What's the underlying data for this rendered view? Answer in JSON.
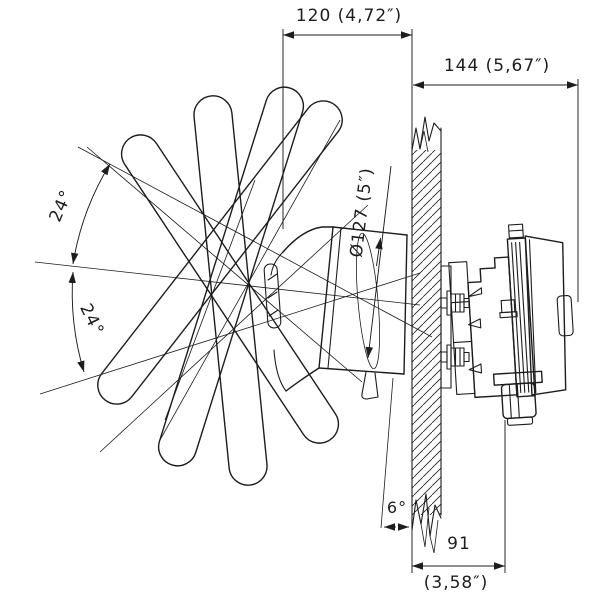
{
  "meta": {
    "background_color": "#ffffff",
    "line_color": "#1d1d1d",
    "drawing_type": "installation dimension drawing - steering wheel, helm bezel through bulkhead panel, pump behind"
  },
  "labels": {
    "dim_width": "120 (4,72″)",
    "dim_depth": "144 (5,67″)",
    "dim_diameter": "Ø127 (5″)",
    "angle_upper": "24°",
    "angle_lower": "24°",
    "angle_tilt": "6°",
    "dim_offset_mm": "91",
    "dim_offset_in": "(3,58″)"
  }
}
